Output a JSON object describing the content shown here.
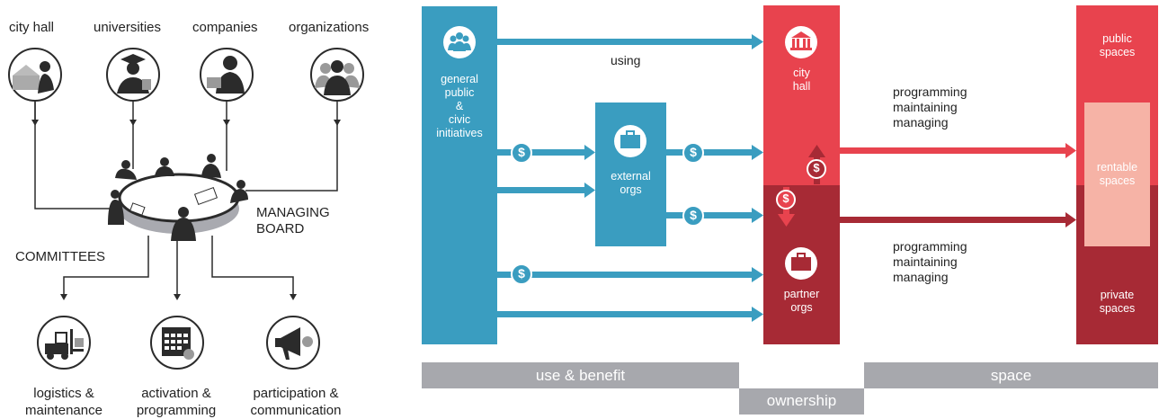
{
  "governance": {
    "stakeholders": [
      {
        "label": "city hall",
        "icon": "city-hall-icon"
      },
      {
        "label": "universities",
        "icon": "graduate-icon"
      },
      {
        "label": "companies",
        "icon": "businessman-icon"
      },
      {
        "label": "organizations",
        "icon": "group-icon"
      }
    ],
    "board_label_1": "MANAGING",
    "board_label_2": "BOARD",
    "committees_label": "COMMITTEES",
    "committees": [
      {
        "line1": "logistics &",
        "line2": "maintenance",
        "icon": "forklift-icon"
      },
      {
        "line1": "activation &",
        "line2": "programming",
        "icon": "calendar-icon"
      },
      {
        "line1": "participation &",
        "line2": "communication",
        "icon": "megaphone-icon"
      }
    ]
  },
  "flow": {
    "public": {
      "l1": "general",
      "l2": "public",
      "l3": "&",
      "l4": "civic",
      "l5": "initiatives",
      "icon": "people-icon"
    },
    "using": "using",
    "external": {
      "l1": "external",
      "l2": "orgs",
      "icon": "briefcase-icon"
    },
    "city_hall": {
      "l1": "city",
      "l2": "hall",
      "icon": "city-hall-building-icon"
    },
    "partner": {
      "l1": "partner",
      "l2": "orgs",
      "icon": "briefcase-icon"
    },
    "actions_top": {
      "l1": "programming",
      "l2": "maintaining",
      "l3": "managing"
    },
    "actions_bottom": {
      "l1": "programming",
      "l2": "maintaining",
      "l3": "managing"
    },
    "spaces": {
      "public": {
        "l1": "public",
        "l2": "spaces"
      },
      "rentable": {
        "l1": "rentable",
        "l2": "spaces"
      },
      "private": {
        "l1": "private",
        "l2": "spaces"
      }
    },
    "dollar": "$",
    "bars": {
      "use": "use & benefit",
      "ownership": "ownership",
      "space": "space"
    }
  },
  "colors": {
    "teal": "#3a9dc0",
    "red": "#e8434e",
    "dark_red": "#a72a35",
    "pink": "#f6b3a6",
    "gray_bar": "#a7a8ad",
    "dark": "#2b2b2b",
    "icon_gray": "#8a8a8a"
  }
}
